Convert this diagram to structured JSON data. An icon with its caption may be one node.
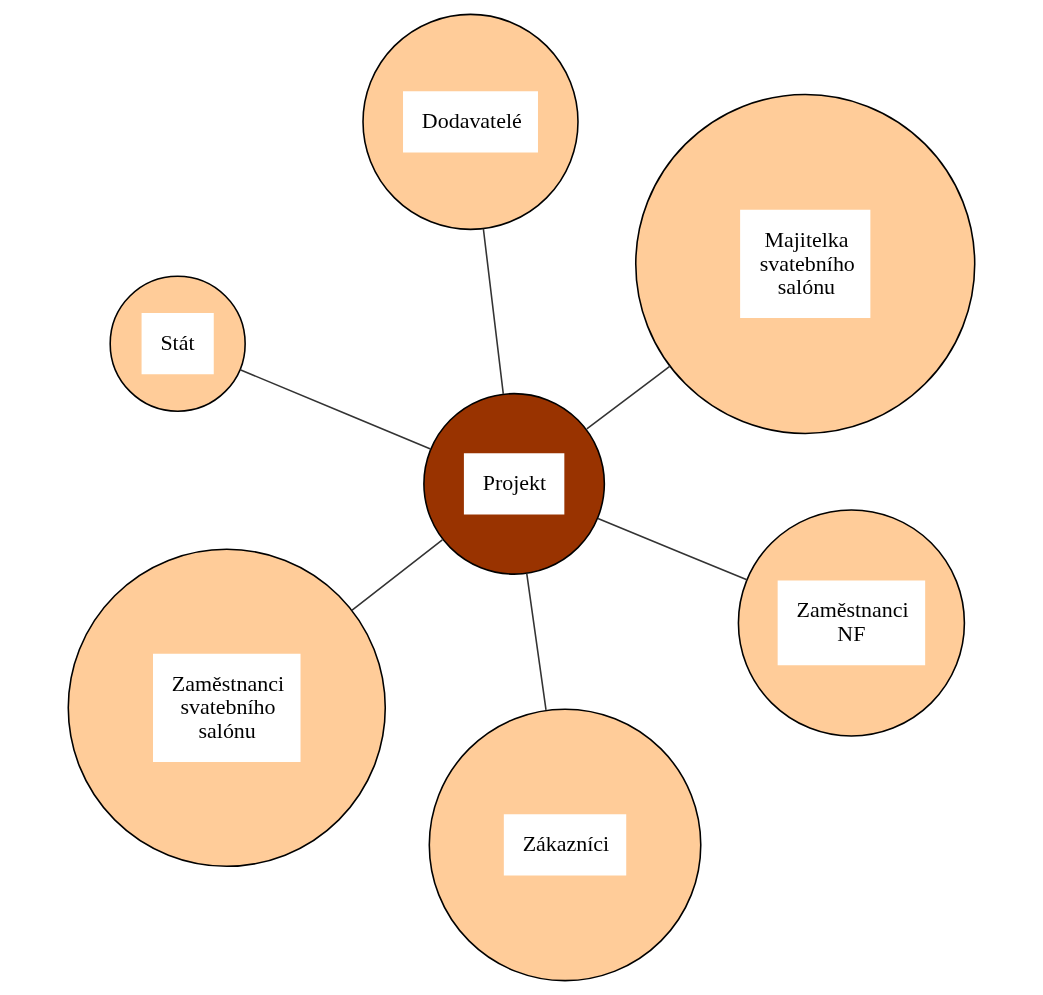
{
  "diagram": {
    "nodes": [
      {
        "text": [
          "Stát"
        ]
      },
      {
        "text": [
          "Zaměstnanci NF"
        ]
      },
      {
        "text": [
          "Zákazníci"
        ]
      },
      {
        "text": [
          "Projekt"
        ]
      },
      {
        "text": [
          "Majitelka svatebního salónu"
        ]
      },
      {
        "text": [
          "Dodavatelé"
        ]
      },
      {
        "text": [
          "Zaměstnanci svatebního salónu"
        ]
      }
    ],
    "edges": [
      {
        "from": 3,
        "to": 2,
        "arrow": "none"
      },
      {
        "from": 3,
        "to": 1,
        "arrow": "none"
      },
      {
        "from": 3,
        "to": 0,
        "arrow": "none"
      },
      {
        "from": 3,
        "to": 4,
        "arrow": "none"
      },
      {
        "from": 3,
        "to": 6,
        "arrow": "none"
      },
      {
        "from": 3,
        "to": 5,
        "arrow": "none"
      }
    ]
  }
}
